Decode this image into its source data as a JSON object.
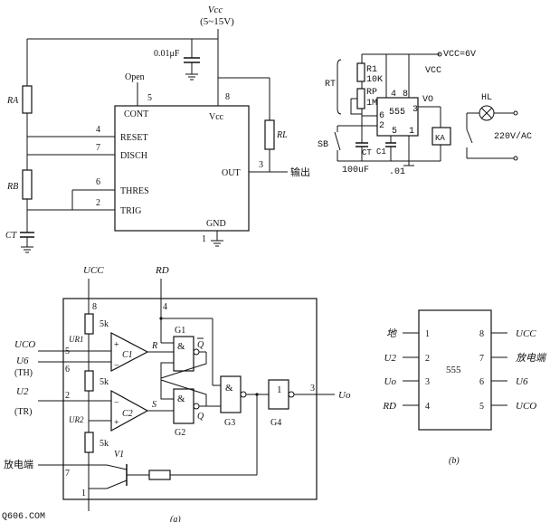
{
  "top_555": {
    "vcc_label": "Vcc",
    "vcc_range": "(5~15V)",
    "cap_label": "0.01μF",
    "open_label": "Open",
    "ra_label": "RA",
    "rb_label": "RB",
    "ct_label": "CT",
    "rl_label": "RL",
    "output_label": "输出",
    "pins": {
      "p5": "5",
      "p8": "8",
      "p4": "4",
      "p7": "7",
      "p6": "6",
      "p2": "2",
      "p3": "3",
      "p1": "1",
      "cont": "CONT",
      "reset": "RESET",
      "disch": "DISCH",
      "thres": "THRES",
      "trig": "TRIG",
      "vcc": "Vcc",
      "out": "OUT",
      "gnd": "GND"
    }
  },
  "timer_circuit": {
    "vcc": "VCC=6V",
    "vcc_short": "VCC",
    "r1": "R1",
    "r1_val": "10K",
    "rp": "RP",
    "rp_val": "1M",
    "rt": "RT",
    "sb": "SB",
    "ct": "CT",
    "c1": "C1",
    "ct_val": "100uF",
    "c1_val": ".01",
    "chip": "555",
    "vo": "VO",
    "ka": "KA",
    "hl": "HL",
    "ac": "220V/AC",
    "pins": {
      "p4": "4",
      "p8": "8",
      "p3": "3",
      "p6": "6",
      "p2": "2",
      "p5": "5",
      "p1": "1"
    }
  },
  "internal": {
    "ucc": "UCC",
    "rd": "RD",
    "pin8": "8",
    "pin4": "4",
    "pin5": "5",
    "pin6": "6",
    "pin2": "2",
    "pin7": "7",
    "pin1": "1",
    "pin3": "3",
    "r5k_1": "5k",
    "r5k_2": "5k",
    "r5k_3": "5k",
    "uco": "UCO",
    "ur1": "UR1",
    "ur2": "UR2",
    "u6": "U6",
    "th": "(TH)",
    "u2": "U2",
    "tr": "(TR)",
    "c1": "C1",
    "c2": "C2",
    "r_in": "R",
    "s_in": "S",
    "g1": "G1",
    "g2": "G2",
    "g3": "G3",
    "g4": "G4",
    "amp": "&",
    "one": "1",
    "q": "Q",
    "qbar": "Q",
    "uo": "Uo",
    "discharge": "放电端",
    "v1": "V1",
    "caption": "(a)",
    "watermark": "Q606.COM"
  },
  "pinout": {
    "chip": "555",
    "caption": "(b)",
    "left": [
      {
        "num": "1",
        "label": "地"
      },
      {
        "num": "2",
        "label": "U2"
      },
      {
        "num": "3",
        "label": "Uo"
      },
      {
        "num": "4",
        "label": "RD"
      }
    ],
    "right": [
      {
        "num": "8",
        "label": "UCC"
      },
      {
        "num": "7",
        "label": "放电端"
      },
      {
        "num": "6",
        "label": "U6"
      },
      {
        "num": "5",
        "label": "UCO"
      }
    ]
  }
}
